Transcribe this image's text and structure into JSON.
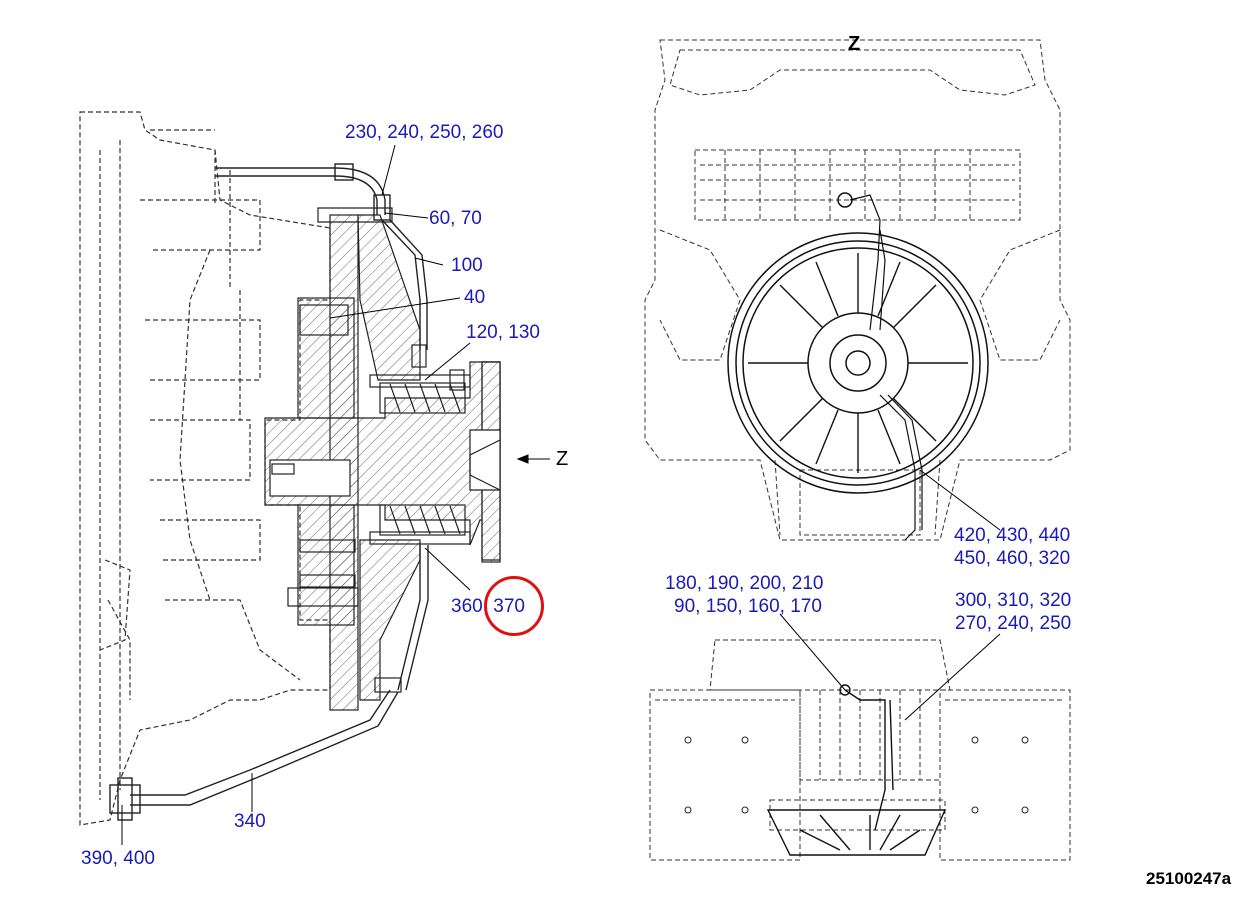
{
  "diagram": {
    "view_letter": "Z",
    "arrow_letter": "Z",
    "document_number": "25100247a",
    "callouts": {
      "c_230": "230, 240, 250, 260",
      "c_60": "60, 70",
      "c_100": "100",
      "c_40": "40",
      "c_120": "120, 130",
      "c_360": "360, 370",
      "c_340": "340",
      "c_390": "390, 400",
      "c_420_a": "420, 430, 440",
      "c_420_b": "450, 460, 320",
      "c_180_a": "180, 190, 200, 210",
      "c_180_b": "90, 150, 160, 170",
      "c_300_a": "300, 310, 320",
      "c_300_b": "270, 240, 250"
    },
    "highlight_color": "#e01010",
    "callout_color": "#1a1ab8"
  }
}
